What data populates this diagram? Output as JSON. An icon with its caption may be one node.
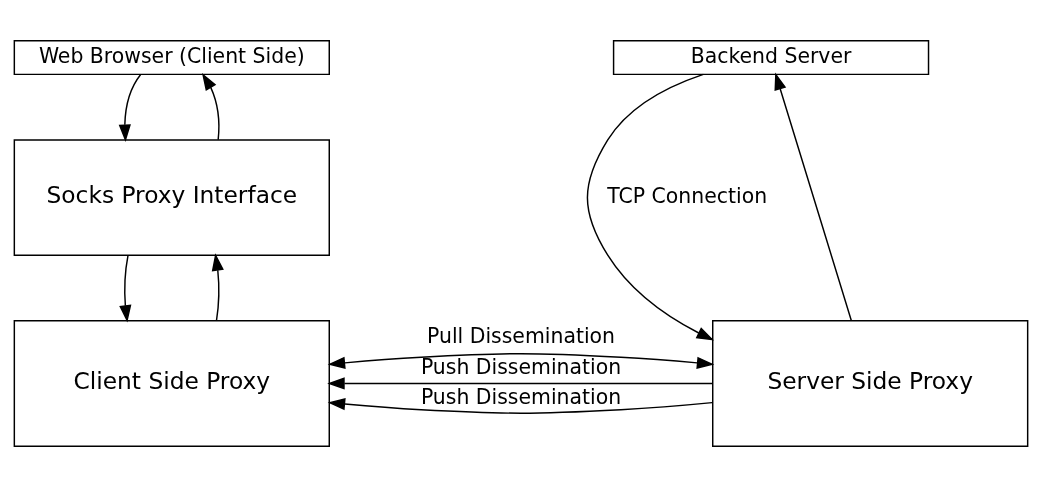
{
  "diagram": {
    "nodes": [
      {
        "text": [
          "Web Browser (Client Side)"
        ]
      },
      {
        "text": [
          "Socks Proxy Interface"
        ]
      },
      {
        "text": [
          "Client Side Proxy"
        ]
      },
      {
        "text": [
          "Backend Server"
        ]
      },
      {
        "text": [
          "Server Side Proxy"
        ]
      }
    ],
    "edges": [
      {
        "from": 0,
        "to": 1,
        "arrow": "to"
      },
      {
        "from": 1,
        "to": 0,
        "arrow": "to"
      },
      {
        "from": 1,
        "to": 2,
        "arrow": "to"
      },
      {
        "from": 2,
        "to": 1,
        "arrow": "to"
      },
      {
        "from": 4,
        "to": 3,
        "arrow": "to"
      },
      {
        "from": 3,
        "to": 4,
        "arrow": "to",
        "label": "TCP Connection"
      },
      {
        "from": 4,
        "to": 2,
        "arrow": "to",
        "label": "Push Dissemination"
      },
      {
        "from": 4,
        "to": 2,
        "arrow": "to",
        "label": "Push Dissemination"
      },
      {
        "from": 2,
        "to": 4,
        "arrow": "both",
        "label": "Pull Dissemination"
      }
    ]
  }
}
